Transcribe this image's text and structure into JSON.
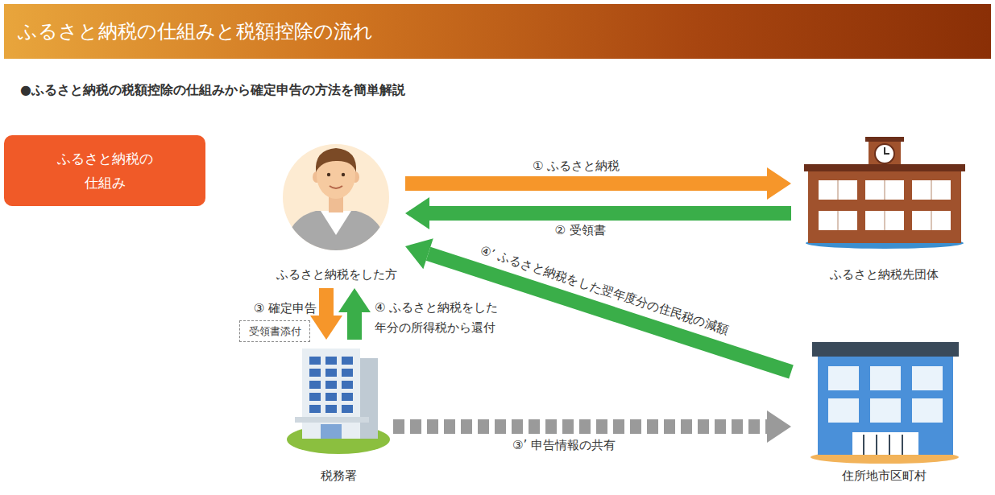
{
  "diagram": {
    "title": "ふるさと納税の仕組みと税額控除の流れ",
    "nodes": [
      {
        "text": [
          "ふるさと納税の 仕組み"
        ]
      },
      {
        "text": [
          "ふるさと納税をした方"
        ]
      },
      {
        "text": [
          "ふるさと納税先団体"
        ]
      },
      {
        "text": [
          "受領書添付"
        ]
      },
      {
        "text": [
          "税務署"
        ]
      },
      {
        "text": [
          "住所地市区町村"
        ]
      }
    ],
    "edges": [
      {
        "from": 1,
        "to": 2,
        "arrow": "to",
        "label": "① ふるさと納税"
      },
      {
        "from": 2,
        "to": 1,
        "arrow": "to",
        "label": "② 受領書"
      },
      {
        "from": 1,
        "to": 4,
        "arrow": "to",
        "label": "③ 確定申告"
      },
      {
        "from": 4,
        "to": 1,
        "arrow": "to",
        "label": "④ ふるさと納税をした 年分の所得税から還付"
      },
      {
        "from": 5,
        "to": 1,
        "arrow": "to",
        "label": "④’ ふるさと納税をした翌年度分の住民税の減額"
      },
      {
        "from": 4,
        "to": 5,
        "arrow": "to",
        "label": "③’ 申告情報の共有"
      }
    ],
    "labels": [
      "●ふるさと納税の税額控除の仕組みから確定申告の方法を簡単解説"
    ]
  }
}
